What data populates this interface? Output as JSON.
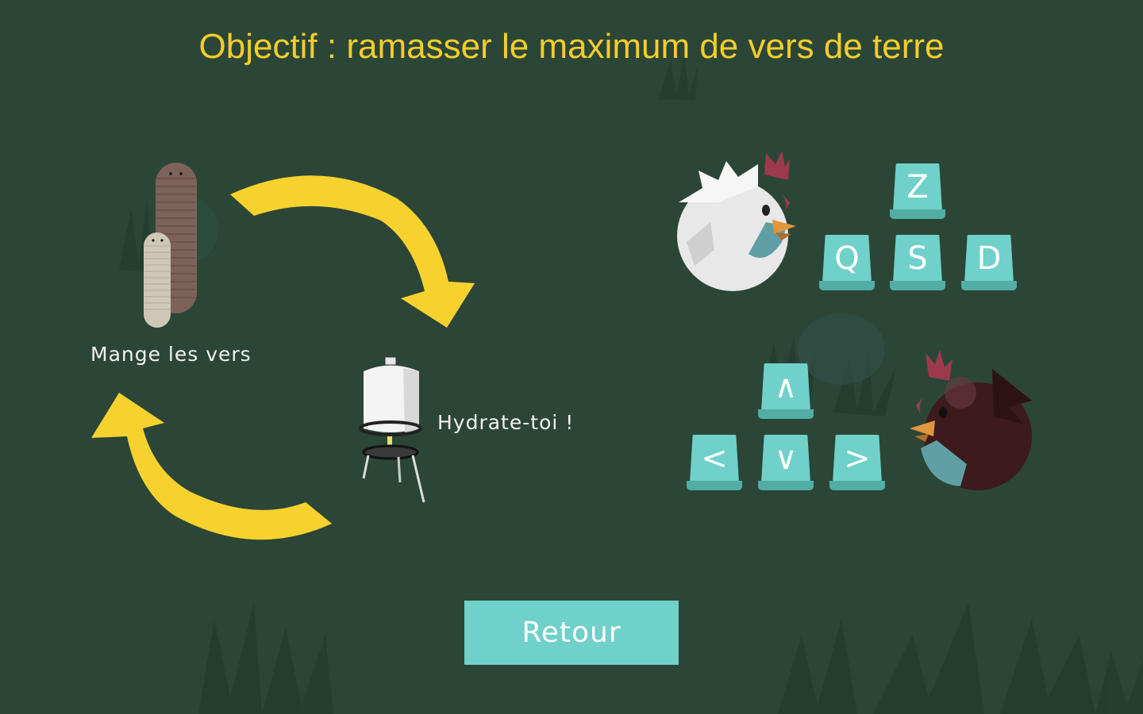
{
  "title": "Objectif : ramasser le maximum de vers de terre",
  "labels": {
    "eat_worms": "Mange les vers",
    "hydrate": "Hydrate-toi !"
  },
  "player1": {
    "keys": {
      "up": "Z",
      "left": "Q",
      "down": "S",
      "right": "D"
    }
  },
  "player2": {
    "keys": {
      "up": "∧",
      "left": "<",
      "down": "∨",
      "right": ">"
    }
  },
  "buttons": {
    "back": "Retour"
  },
  "colors": {
    "background": "#2b4636",
    "title": "#f4cd2c",
    "arrow": "#f7d22e",
    "key": "#6fd1c9",
    "button": "#6fd1c9"
  },
  "icons": [
    "white-chicken-icon",
    "brown-chicken-icon",
    "worm-stack-icon",
    "water-feeder-icon",
    "cycle-arrow-icon"
  ]
}
